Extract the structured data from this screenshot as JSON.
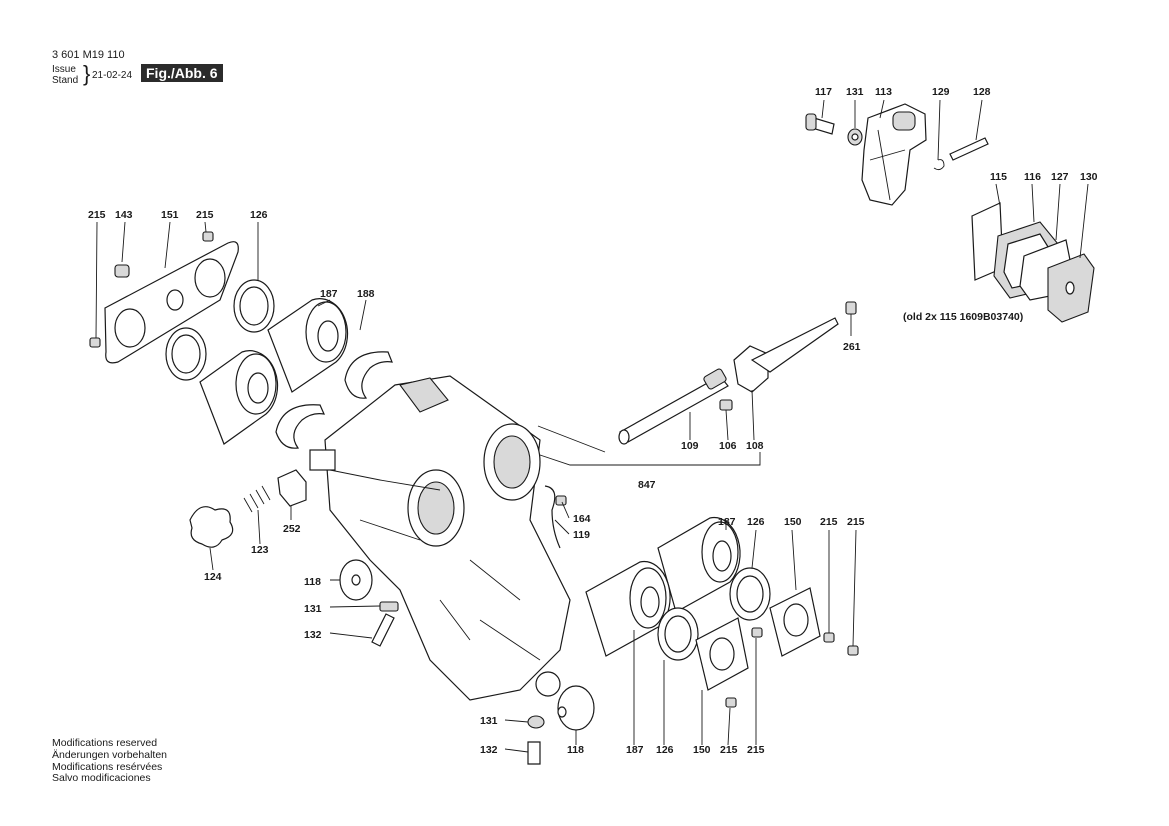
{
  "header": {
    "doc_number": "3 601 M19 110",
    "issue_label": "Issue",
    "stand_label": "Stand",
    "date": "21-02-24",
    "figure": "Fig./Abb. 6"
  },
  "footer": {
    "lines": [
      "Modifications reserved",
      "Änderungen vorbehalten",
      "Modifications resérvées",
      "Salvo modificaciones"
    ]
  },
  "note": "(old 2x 115 1609B03740)",
  "part_numbers": [
    "117",
    "131",
    "113",
    "129",
    "128",
    "115",
    "116",
    "127",
    "130",
    "215",
    "143",
    "151",
    "215",
    "126",
    "187",
    "188",
    "261",
    "109",
    "106",
    "108",
    "847",
    "164",
    "119",
    "187",
    "126",
    "150",
    "215",
    "215",
    "252",
    "123",
    "124",
    "118",
    "131",
    "132",
    "131",
    "132",
    "118",
    "187",
    "126",
    "150",
    "215",
    "215"
  ]
}
